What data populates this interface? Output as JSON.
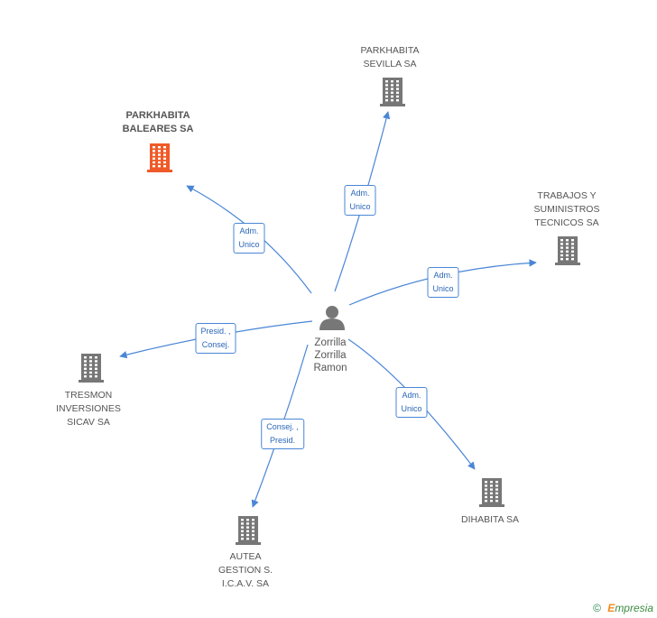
{
  "colors": {
    "edge": "#4a86d6",
    "company_building": "#777777",
    "focus_building": "#f05a28",
    "person": "#777777"
  },
  "center": {
    "id": "zorrilla",
    "icon": "person-icon",
    "label_lines": [
      "Zorrilla",
      "Zorrilla",
      "Ramon"
    ]
  },
  "nodes": [
    {
      "id": "baleares",
      "icon": "building-icon",
      "focus": true,
      "label_lines": [
        "PARKHABITA",
        "BALEARES SA"
      ]
    },
    {
      "id": "sevilla",
      "icon": "building-icon",
      "focus": false,
      "label_lines": [
        "PARKHABITA",
        "SEVILLA SA"
      ]
    },
    {
      "id": "trabajos",
      "icon": "building-icon",
      "focus": false,
      "label_lines": [
        "TRABAJOS Y",
        "SUMINISTROS",
        "TECNICOS SA"
      ]
    },
    {
      "id": "tresmon",
      "icon": "building-icon",
      "focus": false,
      "label_lines": [
        "TRESMON",
        "INVERSIONES",
        "SICAV SA"
      ]
    },
    {
      "id": "autea",
      "icon": "building-icon",
      "focus": false,
      "label_lines": [
        "AUTEA",
        "GESTION S.",
        "I.C.A.V. SA"
      ]
    },
    {
      "id": "dihabita",
      "icon": "building-icon",
      "focus": false,
      "label_lines": [
        "DIHABITA SA"
      ]
    }
  ],
  "edges": [
    {
      "target": "baleares",
      "label_lines": [
        "Adm.",
        "Unico"
      ]
    },
    {
      "target": "sevilla",
      "label_lines": [
        "Adm.",
        "Unico"
      ]
    },
    {
      "target": "trabajos",
      "label_lines": [
        "Adm.",
        "Unico"
      ]
    },
    {
      "target": "tresmon",
      "label_lines": [
        "Presid. ,",
        "Consej."
      ]
    },
    {
      "target": "autea",
      "label_lines": [
        "Consej. ,",
        "Presid."
      ]
    },
    {
      "target": "dihabita",
      "label_lines": [
        "Adm.",
        "Unico"
      ]
    }
  ],
  "footer": {
    "copyright": "©",
    "brand_initial": "E",
    "brand_rest": "mpresia"
  }
}
